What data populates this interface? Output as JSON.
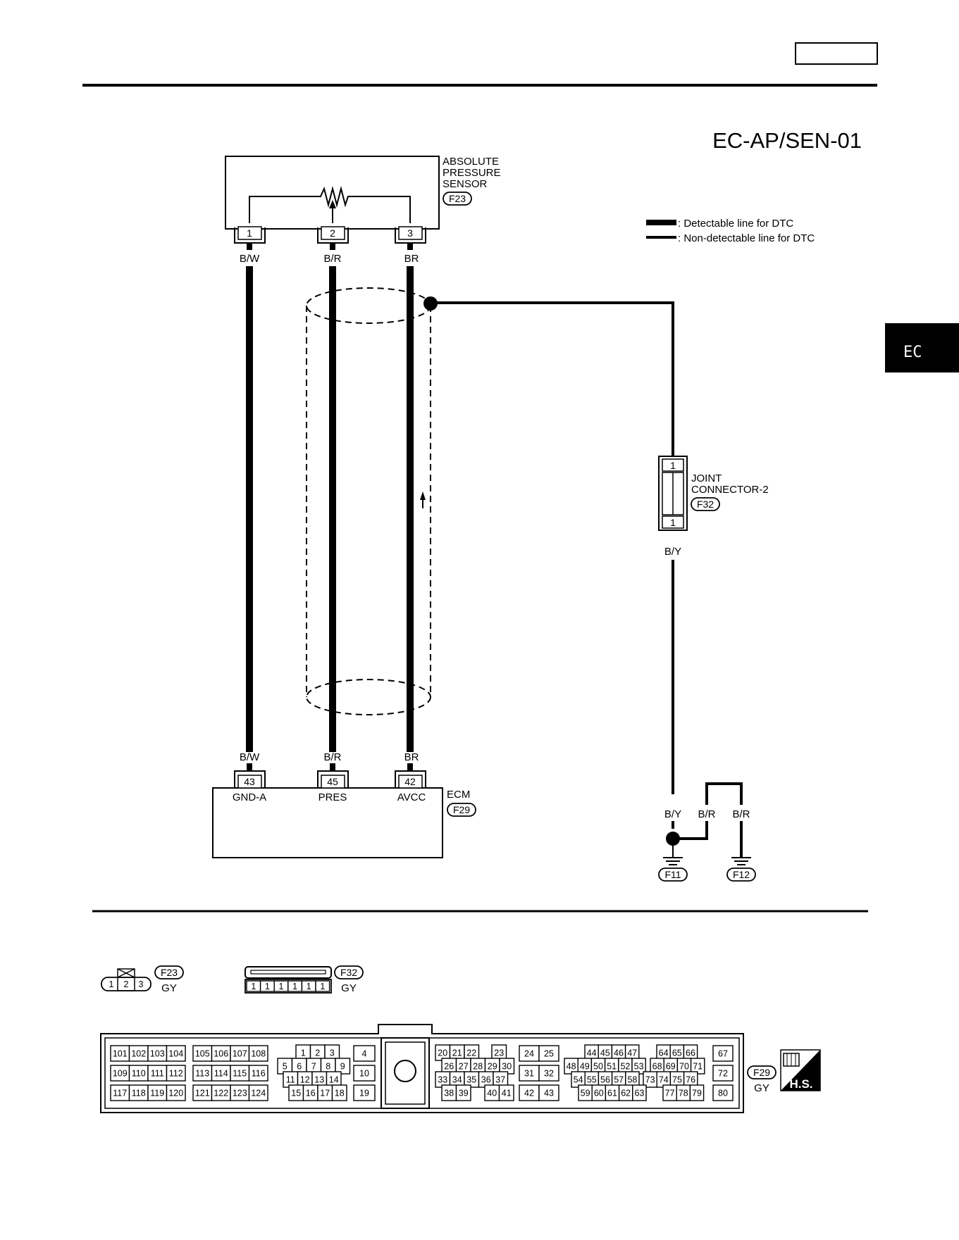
{
  "page": {
    "diagram_code": "EC-AP/SEN-01",
    "side_tab": "EC"
  },
  "legend": {
    "detectable": ": Detectable line for DTC",
    "non_detectable": ": Non-detectable line for DTC"
  },
  "sensor": {
    "name_line1": "ABSOLUTE",
    "name_line2": "PRESSURE",
    "name_line3": "SENSOR",
    "connector": "F23",
    "pins": [
      "1",
      "2",
      "3"
    ],
    "wire_colors": [
      "B/W",
      "B/R",
      "BR"
    ]
  },
  "joint": {
    "name_line1": "JOINT",
    "name_line2": "CONNECTOR-2",
    "connector": "F32",
    "pin_top": "1",
    "pin_bottom": "1",
    "wire_color": "B/Y"
  },
  "ecm": {
    "name": "ECM",
    "connector": "F29",
    "wire_colors": [
      "B/W",
      "B/R",
      "BR"
    ],
    "pins": [
      "43",
      "45",
      "42"
    ],
    "terminals": [
      "GND-A",
      "PRES",
      "AVCC"
    ]
  },
  "ground": {
    "wire_colors": [
      "B/Y",
      "B/R",
      "B/R"
    ],
    "grounds": [
      "F11",
      "F12"
    ]
  },
  "connector_views": {
    "f23": {
      "connector": "F23",
      "color": "GY",
      "cavities": [
        "1",
        "2",
        "3"
      ]
    },
    "f32": {
      "connector": "F32",
      "color": "GY",
      "cavities": [
        "1",
        "1",
        "1",
        "1",
        "1",
        "1"
      ]
    },
    "f29": {
      "connector": "F29",
      "color": "GY",
      "hs_badge": "H.S.",
      "group_a": [
        [
          "101",
          "102",
          "103",
          "104"
        ],
        [
          "109",
          "110",
          "111",
          "112"
        ],
        [
          "117",
          "118",
          "119",
          "120"
        ]
      ],
      "group_b": [
        [
          "105",
          "106",
          "107",
          "108"
        ],
        [
          "113",
          "114",
          "115",
          "116"
        ],
        [
          "121",
          "122",
          "123",
          "124"
        ]
      ],
      "group_c": [
        [
          "1",
          "2",
          "3"
        ],
        [
          "5",
          "6",
          "7",
          "8",
          "9"
        ],
        [
          "11",
          "12",
          "13",
          "14"
        ],
        [
          "15",
          "16",
          "17",
          "18"
        ]
      ],
      "group_d": [
        [
          "4"
        ],
        [
          "10"
        ],
        [
          "19"
        ]
      ],
      "group_e": [
        [
          "20",
          "21",
          "22",
          "23"
        ],
        [
          "26",
          "27",
          "28",
          "29",
          "30"
        ],
        [
          "33",
          "34",
          "35",
          "36",
          "37"
        ],
        [
          "38",
          "39",
          "40",
          "41"
        ]
      ],
      "group_f": [
        [
          "24",
          "25"
        ],
        [
          "31",
          "32"
        ],
        [
          "42",
          "43"
        ]
      ],
      "group_g": [
        [
          "44",
          "45",
          "46",
          "47",
          "64",
          "65",
          "66"
        ],
        [
          "48",
          "49",
          "50",
          "51",
          "52",
          "53",
          "68",
          "69",
          "70",
          "71"
        ],
        [
          "54",
          "55",
          "56",
          "57",
          "58",
          "73",
          "74",
          "75",
          "76"
        ],
        [
          "59",
          "60",
          "61",
          "62",
          "63",
          "77",
          "78",
          "79"
        ]
      ],
      "group_h": [
        [
          "67"
        ],
        [
          "72"
        ],
        [
          "80"
        ]
      ]
    }
  }
}
